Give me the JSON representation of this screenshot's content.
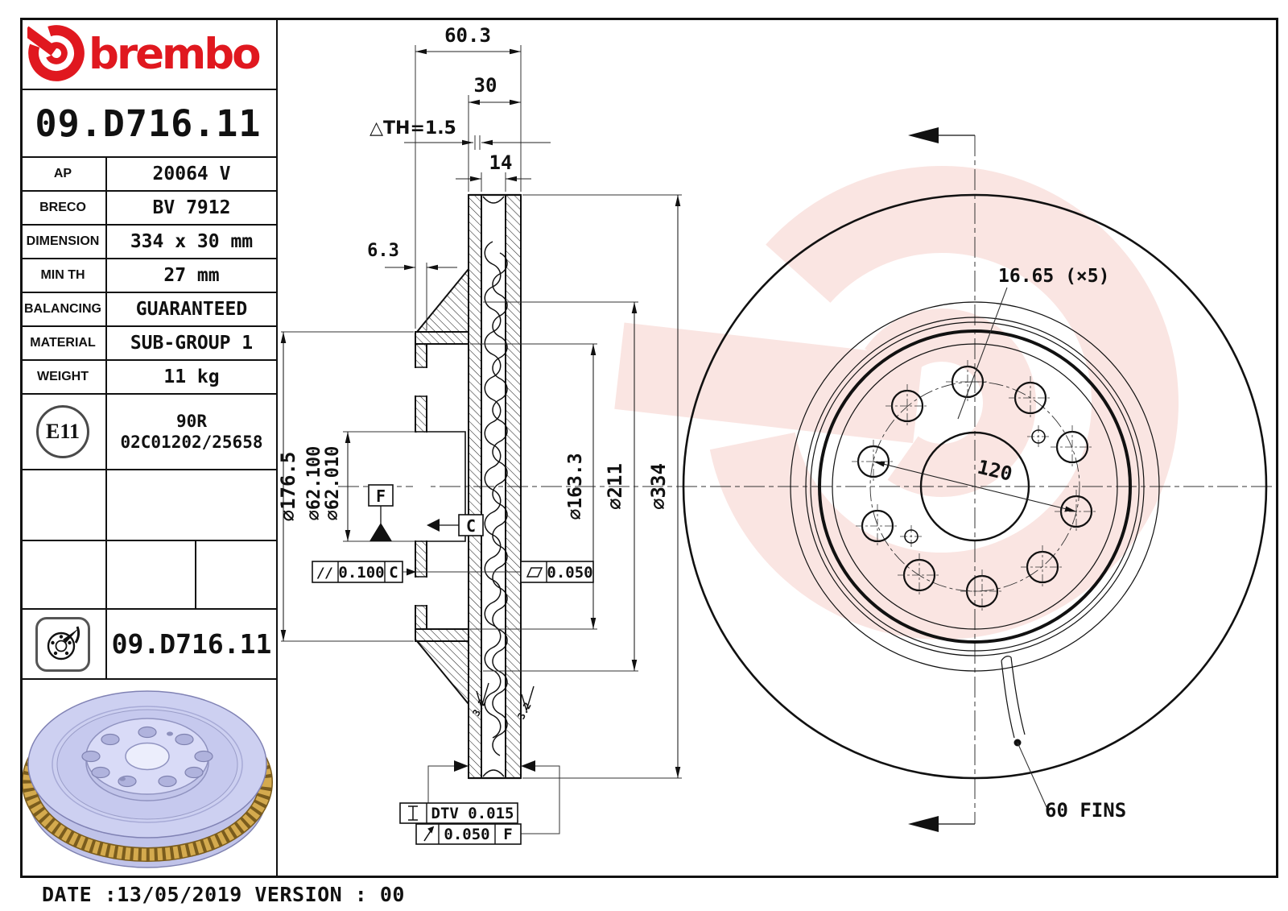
{
  "header": {
    "wordmark": "brembo",
    "part_number": "09.D716.11"
  },
  "spec_table": {
    "rows": [
      {
        "label": "AP",
        "value": "20064 V"
      },
      {
        "label": "BRECO",
        "value": "BV 7912"
      },
      {
        "label": "DIMENSION",
        "value": "334 x 30 mm"
      },
      {
        "label": "MIN TH",
        "value": "27 mm"
      },
      {
        "label": "BALANCING",
        "value": "GUARANTEED"
      },
      {
        "label": "MATERIAL",
        "value": "SUB-GROUP 1"
      },
      {
        "label": "WEIGHT",
        "value": "11 kg"
      }
    ]
  },
  "homologation": {
    "mark": "E11",
    "line1": "90R",
    "line2": "02C01202/25658"
  },
  "footer": {
    "part_number": "09.D716.11",
    "date_line": "DATE :13/05/2019 VERSION : 00"
  },
  "section_view": {
    "dim_total_width": "60.3",
    "dim_disc_thickness": "30",
    "dim_wear": "△TH=1.5",
    "dim_vent_width": "14",
    "dim_flange_thickness": "6.3",
    "dia_hat_outer": "∅176.5",
    "dia_bore_max": "∅62.100",
    "dia_bore_min": "∅62.010",
    "dia_hat_inner": "∅163.3",
    "dia_band_inner": "∅211",
    "dia_outer": "∅334",
    "datum_f": "F",
    "datum_c": "C",
    "tol_parallel_sym": "//",
    "tol_parallel": "0.100",
    "tol_parallel_datum": "C",
    "tol_flat": "0.050",
    "tol_dtv": "DTV 0.015",
    "tol_runout": "0.050",
    "tol_runout_datum": "F",
    "roughness": "3.2"
  },
  "face_view": {
    "bolt_hole": "16.65 (×5)",
    "bolt_circle": "120",
    "fins": "60 FINS"
  },
  "colors": {
    "brand_red": "#e0181f",
    "watermark_pink": "#fae5e2",
    "disc_body": "#cdd0f1",
    "disc_fins_gold": "#c9a043"
  }
}
